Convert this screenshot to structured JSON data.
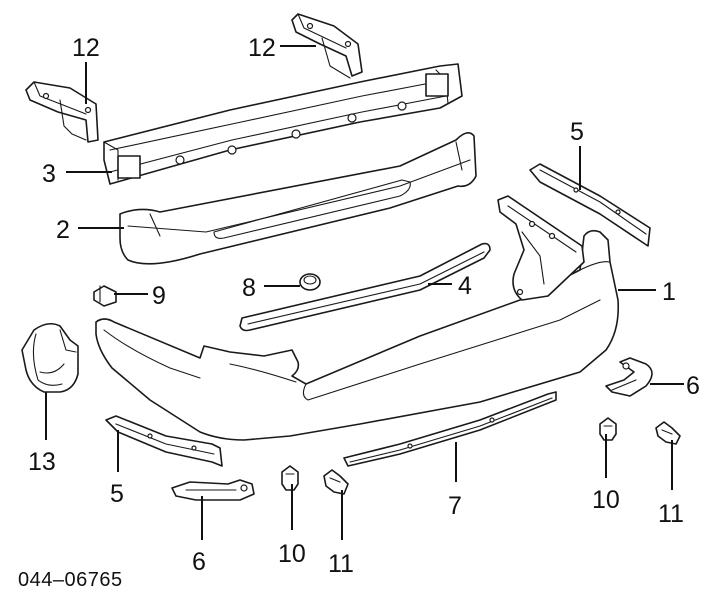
{
  "callouts": {
    "c1": "1",
    "c2": "2",
    "c3": "3",
    "c4": "4",
    "c5_top": "5",
    "c5_bottom": "5",
    "c6_right": "6",
    "c6_bottom": "6",
    "c7": "7",
    "c8": "8",
    "c9": "9",
    "c10_right": "10",
    "c10_bottom": "10",
    "c11_right": "11",
    "c11_bottom": "11",
    "c12_left": "12",
    "c12_right": "12",
    "c13": "13"
  },
  "diagram_code": "044–06765"
}
